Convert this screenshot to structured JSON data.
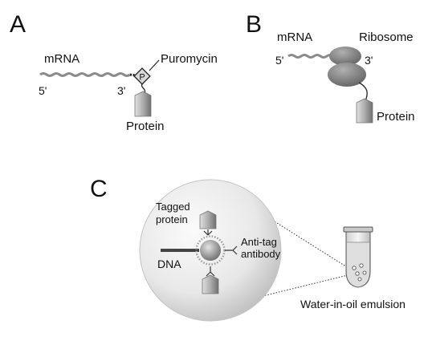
{
  "panels": {
    "a": {
      "letter": "A",
      "mrna": "mRNA",
      "five_prime": "5'",
      "three_prime": "3'",
      "puromycin": "Puromycin",
      "puromycin_symbol": "P",
      "protein": "Protein"
    },
    "b": {
      "letter": "B",
      "mrna": "mRNA",
      "ribosome": "Ribosome",
      "five_prime": "5'",
      "three_prime": "3'",
      "protein": "Protein"
    },
    "c": {
      "letter": "C",
      "tagged_protein_line1": "Tagged",
      "tagged_protein_line2": "protein",
      "dna": "DNA",
      "anti_tag_line1": "Anti-tag",
      "anti_tag_line2": "antibody",
      "emulsion": "Water-in-oil emulsion"
    }
  },
  "colors": {
    "mrna_strand": "#8a8a8a",
    "ribosome": "#8c8c8c",
    "protein_tag": "#b5b5b5",
    "droplet_fill": "#e6e6e6",
    "bead": "#9a9a9a",
    "dna_bar": "#444444"
  }
}
